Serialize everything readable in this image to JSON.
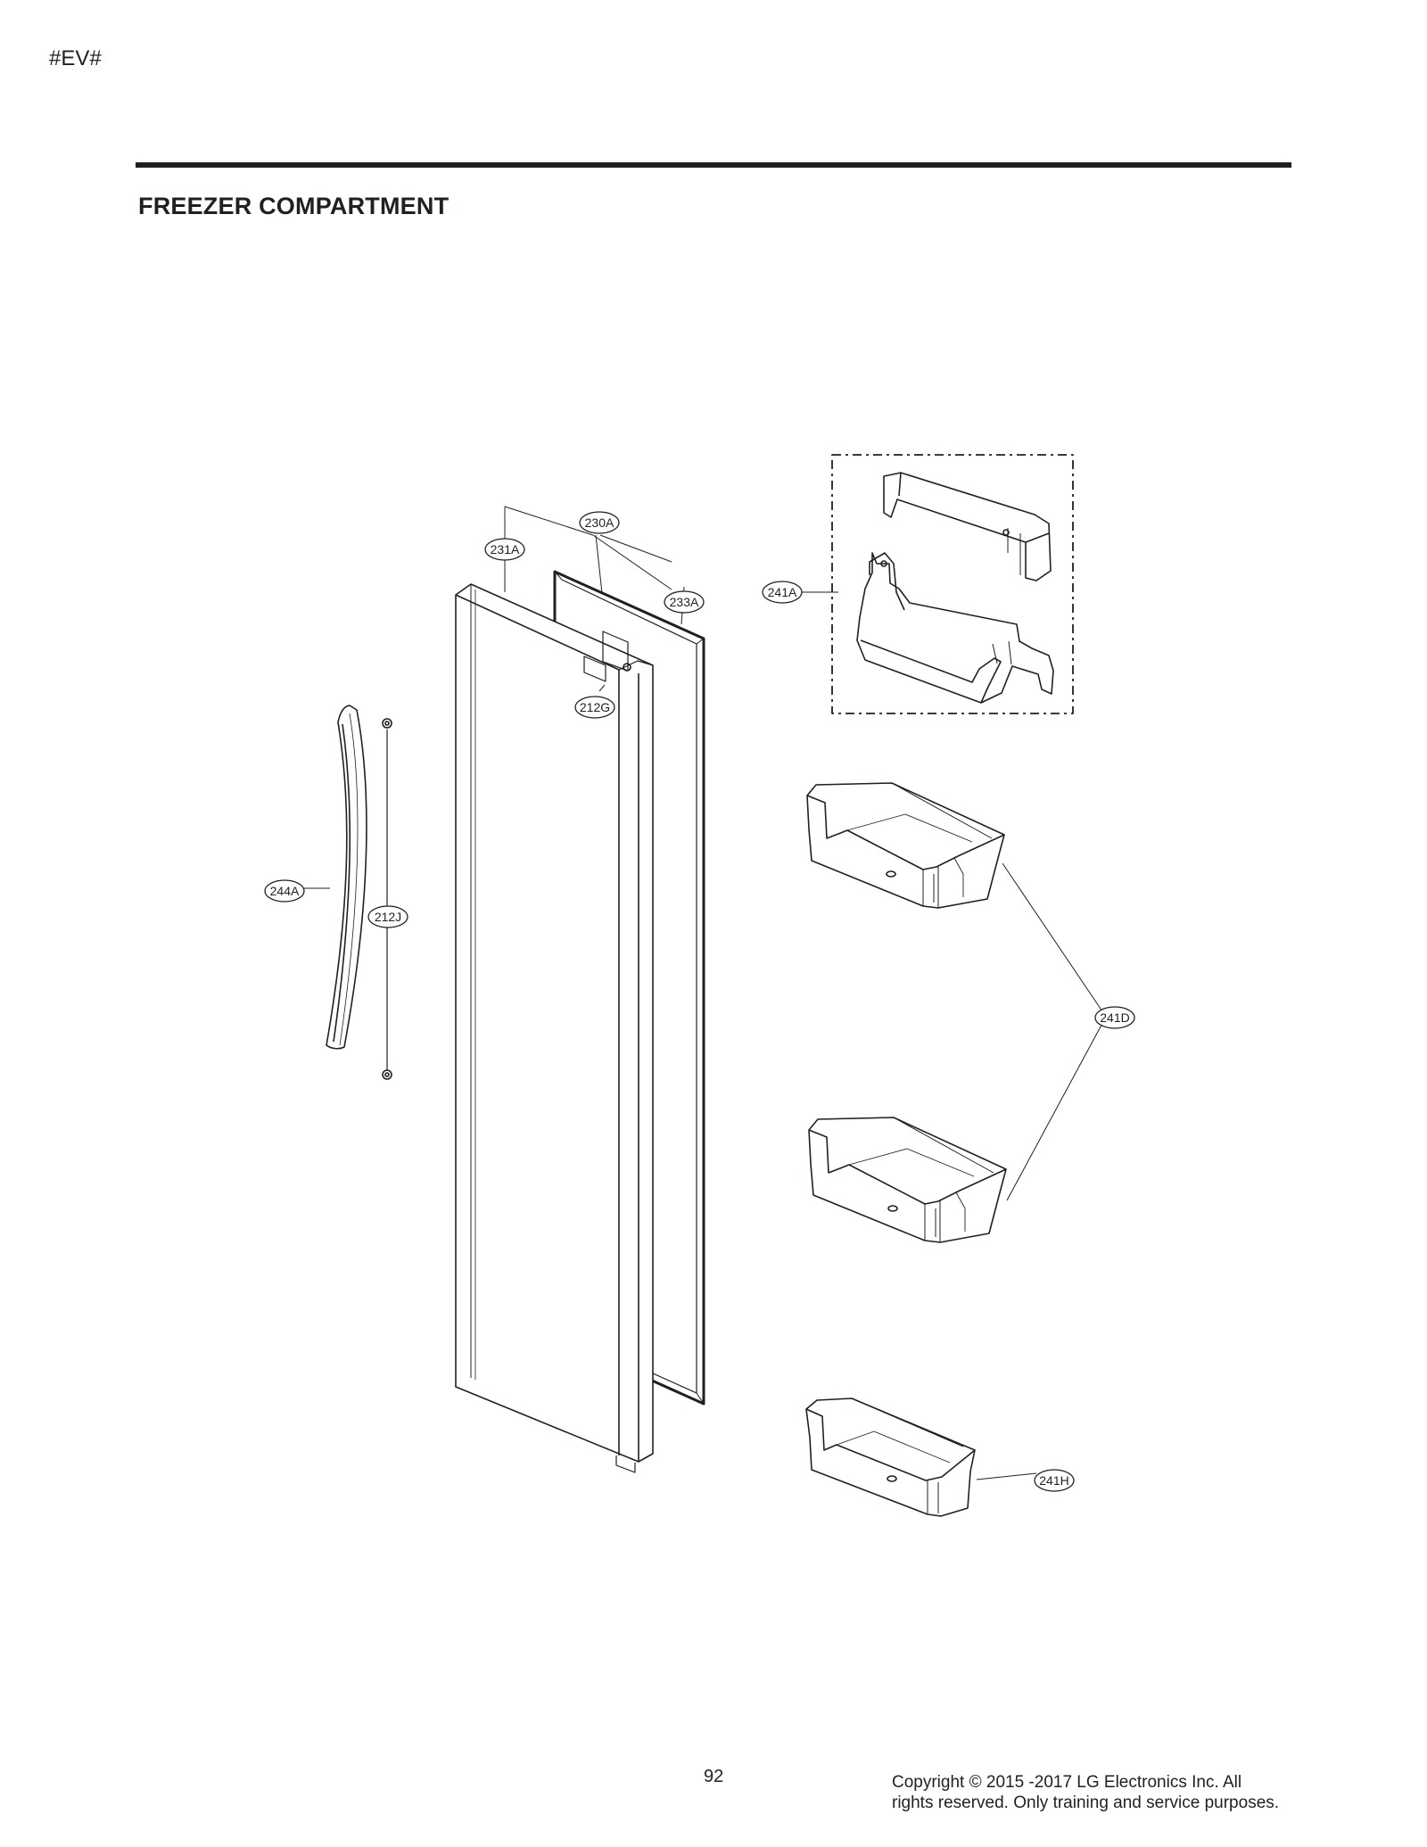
{
  "document": {
    "code": "#EV#",
    "section_title": "FREEZER COMPARTMENT",
    "page_number": "92",
    "copyright": "Copyright © 2015 -2017 LG Electronics Inc. All rights reserved. Only training and service purposes."
  },
  "callouts": {
    "door_assembly": "230A",
    "door_foam": "231A",
    "gasket": "233A",
    "cap_label": "212G",
    "handle": "244A",
    "handle_screws": "212J",
    "basket_top_assembly": "241A",
    "door_baskets": "241D",
    "bottom_basket": "241H"
  }
}
